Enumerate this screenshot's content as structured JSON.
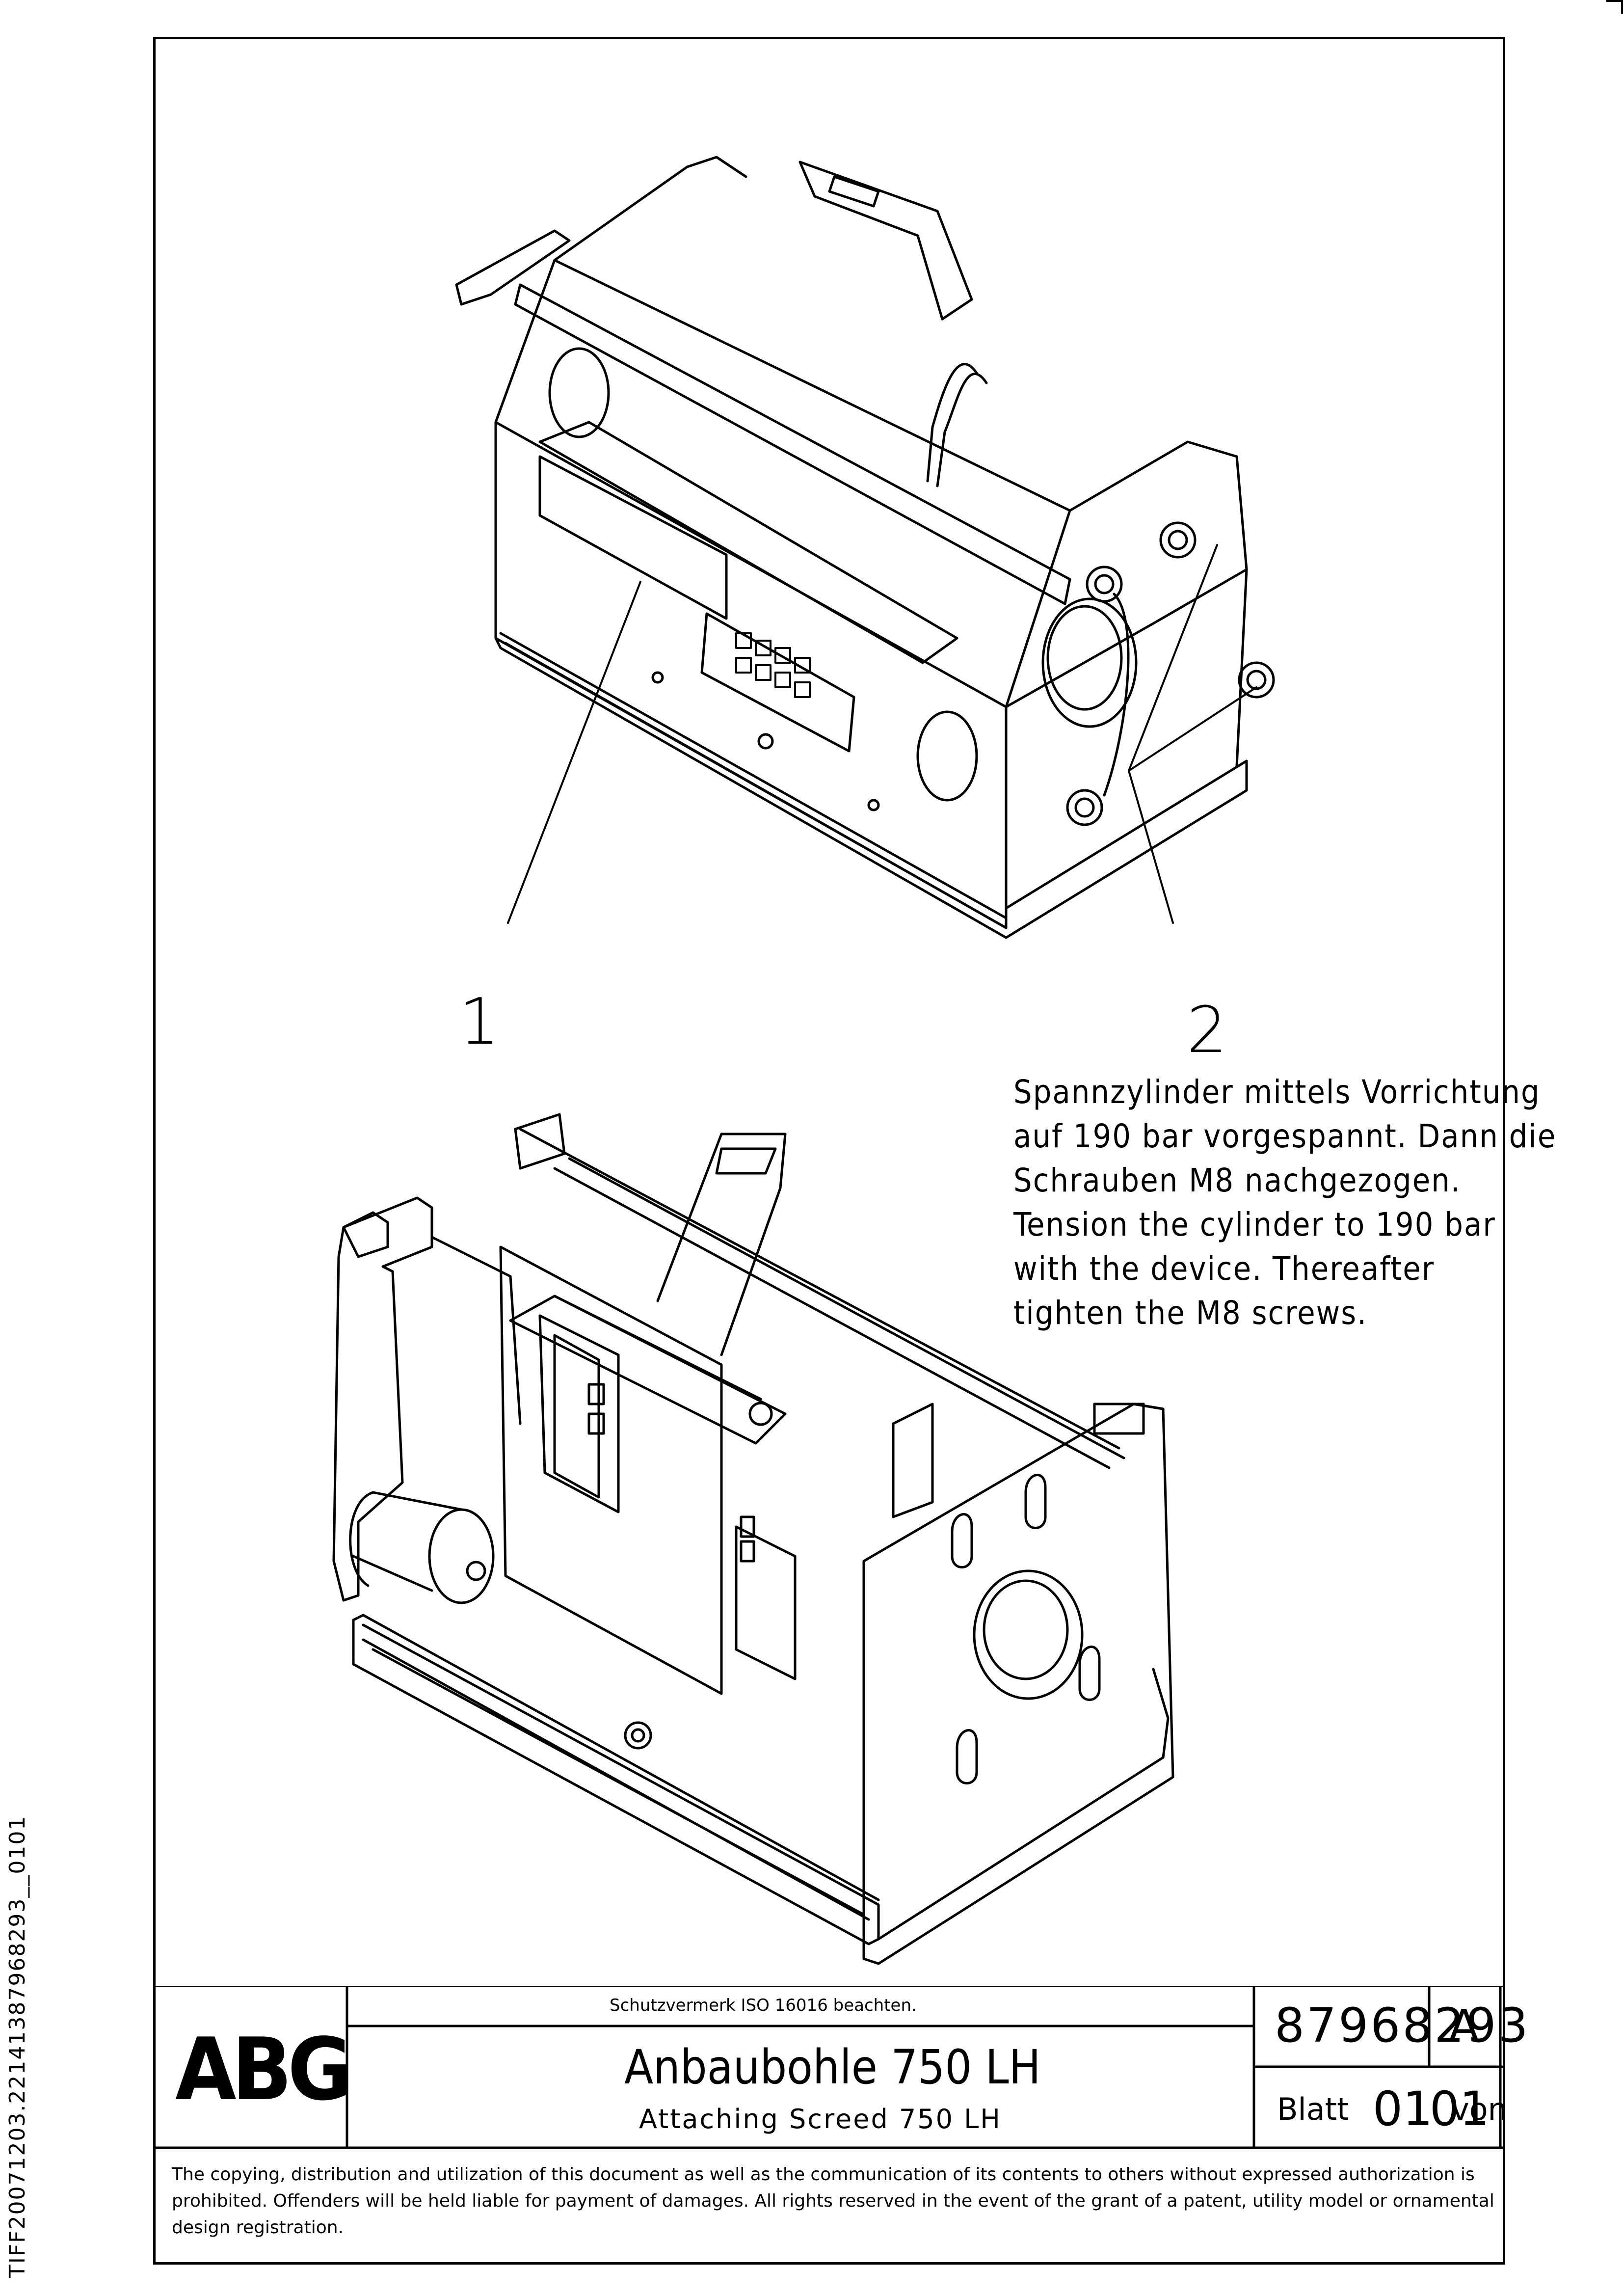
{
  "callouts": {
    "one": "1",
    "two": "2"
  },
  "note": [
    "Spannzylinder mittels Vorrichtung",
    "auf 190 bar vorgespannt. Dann die",
    "Schrauben M8 nachgezogen.",
    "Tension the cylinder to 190 bar",
    "with the device. Thereafter",
    "tighten the M8 screws."
  ],
  "title_block": {
    "logo": "ABG",
    "protection_note": "Schutzvermerk ISO 16016 beachten.",
    "title_de": "Anbaubohle 750 LH",
    "title_en": "Attaching Screed 750 LH",
    "doc_number": "87968293",
    "revision": "A",
    "sheet_label": "Blatt",
    "sheet_no": "01",
    "of_label": "von",
    "sheet_total": "01"
  },
  "copyright": "The copying, distribution and utilization of this document as well as the communication of its contents to others without expressed authorization is prohibited. Offenders will be held liable for payment of damages. All rights reserved in the event of the grant of a patent, utility model or ornamental design registration.",
  "side_id": "TIFF20071203.221413879682​93__0101"
}
